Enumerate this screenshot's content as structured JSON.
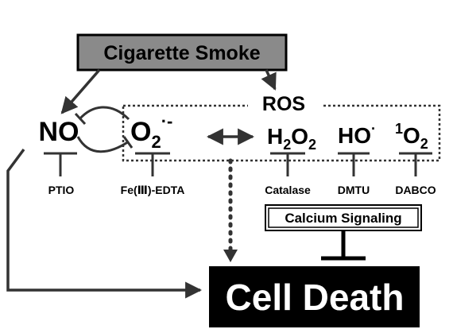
{
  "source_box": {
    "text": "Cigarette Smoke"
  },
  "group_label": {
    "text": "ROS"
  },
  "species": {
    "no": {
      "text": "NO"
    },
    "superoxide": {
      "base": "O",
      "sub": "2",
      "sup": "·-"
    },
    "h2o2": {
      "a": "H",
      "sub1": "2",
      "b": "O",
      "sub2": "2"
    },
    "hydroxyl": {
      "base": "HO",
      "sup": "·"
    },
    "singlet_oxygen": {
      "sup": "1",
      "base": "O",
      "sub": "2"
    }
  },
  "inhibitors": {
    "ptio": "PTIO",
    "fe_edta": "Fe(Ⅲ)-EDTA",
    "catalase": "Catalase",
    "dmtu": "DMTU",
    "dabco": "DABCO"
  },
  "calcium_box": {
    "text": "Calcium Signaling"
  },
  "outcome_box": {
    "text": "Cell Death"
  },
  "colors": {
    "source_fill": "#8a8a8a",
    "outcome_fill": "#000000",
    "outcome_text": "#ffffff",
    "line": "#333333"
  }
}
